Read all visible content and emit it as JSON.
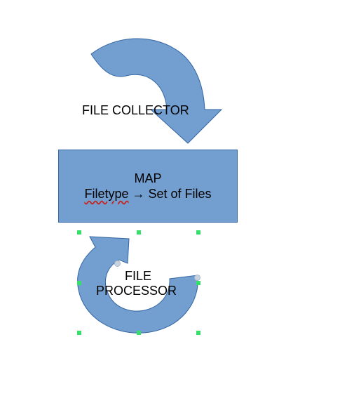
{
  "diagram": {
    "collector": {
      "label": "FILE COLLECTOR"
    },
    "map": {
      "title": "MAP",
      "subtitle_word": "Filetype",
      "subtitle_rest": " → Set of Files"
    },
    "processor": {
      "line1": "FILE",
      "line2": "PROCESSOR"
    }
  },
  "colors": {
    "shape_fill": "#729fcf",
    "shape_stroke": "#3465a4",
    "handle": "#35e06a",
    "spellcheck": "#c9211e"
  }
}
